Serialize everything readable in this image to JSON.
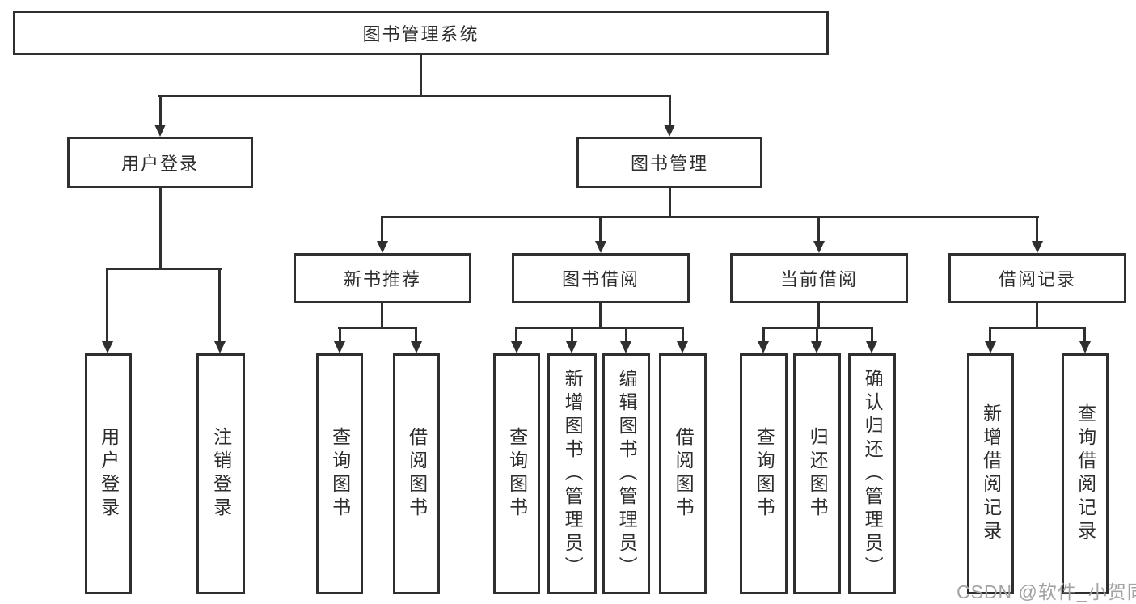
{
  "title": "图书管理系统",
  "branches": {
    "user_login": {
      "label": "用户登录",
      "children": {
        "login": "用户登录",
        "logout": "注销登录"
      }
    },
    "book_mgmt": {
      "label": "图书管理",
      "children": {
        "new_book_rec": {
          "label": "新书推荐",
          "children": {
            "query_book": "查询图书",
            "borrow_book": "借阅图书"
          }
        },
        "book_borrow": {
          "label": "图书借阅",
          "children": {
            "query_book": "查询图书",
            "add_book": "新增图书（管理员）",
            "edit_book": "编辑图书（管理员）",
            "borrow_book": "借阅图书"
          }
        },
        "current_borrow": {
          "label": "当前借阅",
          "children": {
            "query_book": "查询图书",
            "return_book": "归还图书",
            "confirm_return": "确认归还（管理员）"
          }
        },
        "borrow_records": {
          "label": "借阅记录",
          "children": {
            "add_record": "新增借阅记录",
            "query_record": "查询借阅记录"
          }
        }
      }
    }
  },
  "watermark": "CSDN @软件_小贺同学",
  "colors": {
    "line": "#2f2f2f",
    "text": "#2d2d2d",
    "watermark": "#a3a3a3",
    "background": "#ffffff"
  }
}
